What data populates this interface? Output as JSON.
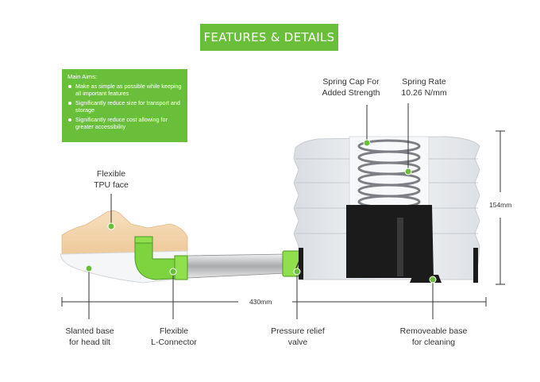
{
  "header": {
    "title": "FEATURES & DETAILS"
  },
  "main_aims": {
    "title": "Main Aims:",
    "items": [
      "Make as simple as possible while keeping all important features",
      "Significantly reduce size for transport and storage",
      "Significantly reduce cost allowing for greater accessibility"
    ]
  },
  "labels": {
    "tpu_face": [
      "Flexible",
      "TPU face"
    ],
    "spring_cap": [
      "Spring Cap For",
      "Added Strength"
    ],
    "spring_rate": [
      "Spring Rate",
      "10.26 N/mm"
    ],
    "slanted_base": [
      "Slanted base",
      "for head tilt"
    ],
    "l_connector": [
      "Flexible",
      "L-Connector"
    ],
    "relief_valve": [
      "Pressure relief",
      "valve"
    ],
    "removeable_base": [
      "Removeable base",
      "for cleaning"
    ]
  },
  "dimensions": {
    "width": "430mm",
    "height": "154mm"
  },
  "colors": {
    "accent": "#6abf3a",
    "line": "#333333",
    "bellows": "#e9ecef",
    "face": "#f4d8b2",
    "black": "#1b1b1b"
  }
}
